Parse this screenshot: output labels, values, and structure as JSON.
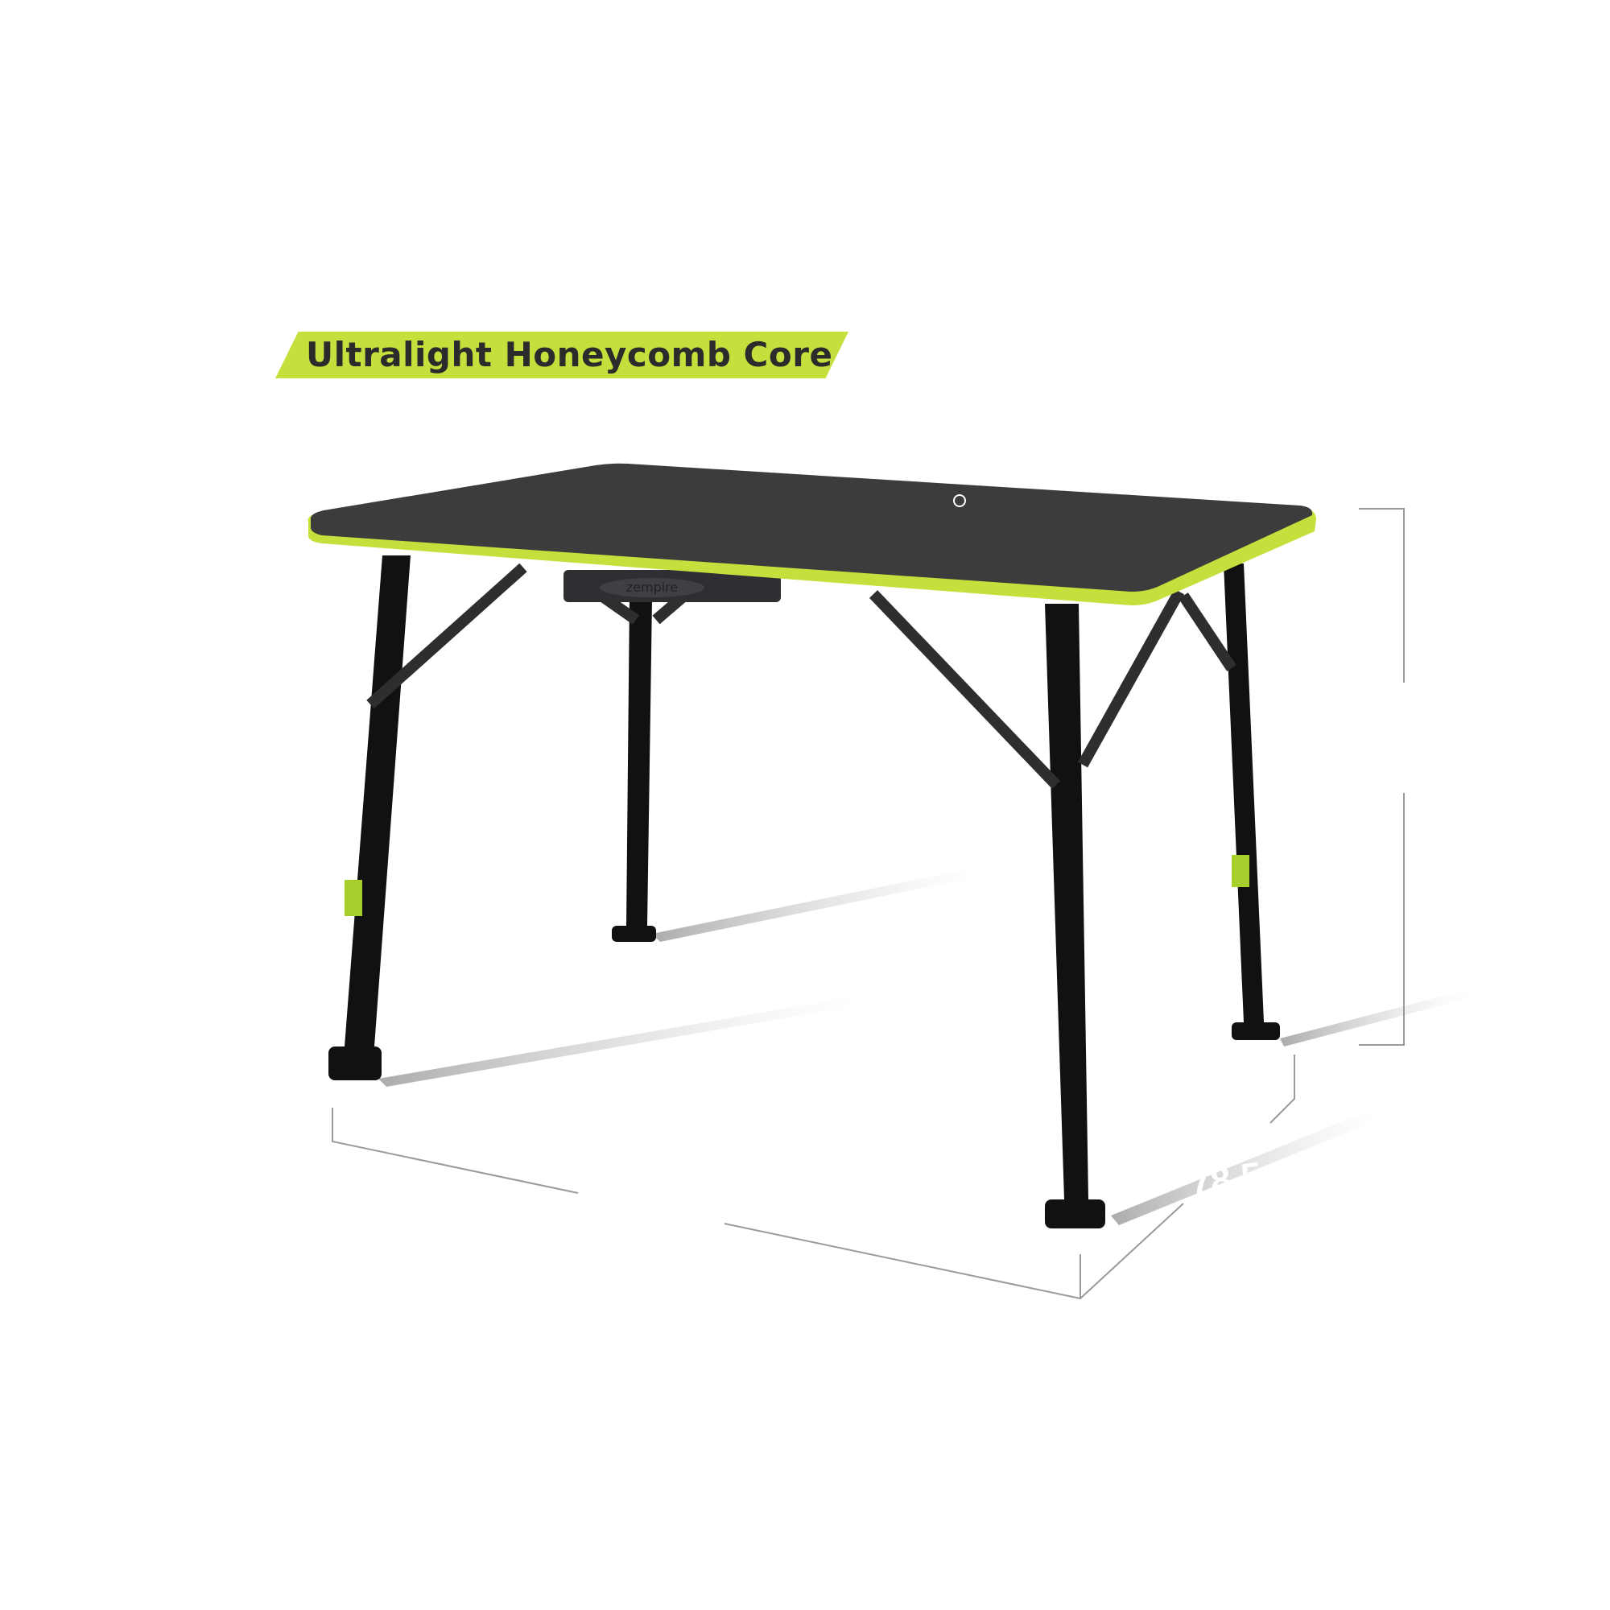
{
  "feature_label": "Ultralight Honeycomb Core",
  "dimension_label": "78.5",
  "brand_logo": "zempire",
  "colors": {
    "accent": "#c6df3c",
    "tabletop": "#3c3c3c",
    "frame": "#111111",
    "dimension_lines": "#9a9a9a"
  }
}
